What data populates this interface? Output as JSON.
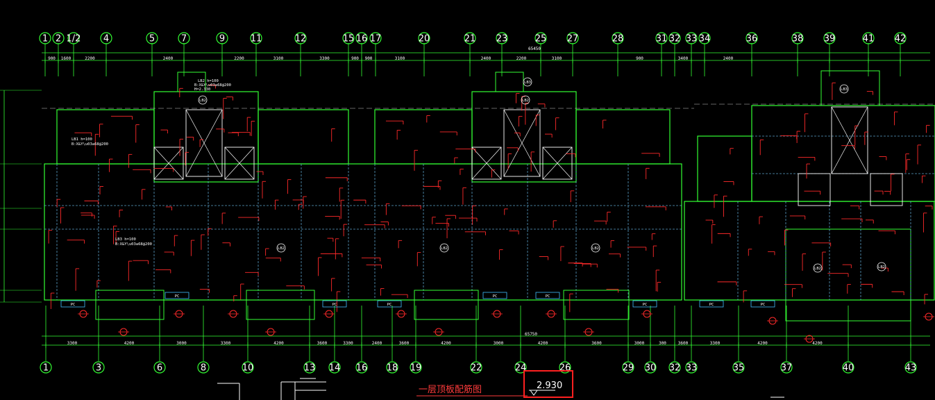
{
  "drawing": {
    "title": "一层顶板配筋图",
    "elevation": "2.930",
    "overall_top": "65450",
    "overall_bottom": "65750"
  },
  "colors": {
    "background": "#000000",
    "axis": "#33ff33",
    "rebar": "#ff2a2a",
    "beam": "#5aa0c8",
    "text": "#ffffff",
    "highlight": "#ff2020"
  },
  "axes_top": [
    "1",
    "2",
    "1/2",
    "4",
    "5",
    "7",
    "9",
    "11",
    "12",
    "15",
    "16",
    "17",
    "20",
    "21",
    "23",
    "25",
    "27",
    "28",
    "31",
    "32",
    "33",
    "34",
    "36",
    "38",
    "39",
    "41",
    "42"
  ],
  "axes_bottom": [
    "1",
    "3",
    "6",
    "8",
    "10",
    "13",
    "14",
    "16",
    "18",
    "19",
    "22",
    "24",
    "26",
    "29",
    "30",
    "32",
    "33",
    "35",
    "37",
    "40",
    "43"
  ],
  "dims_top": [
    "900",
    "1600",
    "2200",
    "",
    "2400",
    "",
    "2200",
    "3100",
    "3300",
    "900",
    "900",
    "3100",
    "",
    "2400",
    "2200",
    "3100",
    "",
    "900",
    "",
    "3400",
    "",
    "2400",
    ""
  ],
  "dims_bottom": [
    "3300",
    "4200",
    "3000",
    "3300",
    "4200",
    "3600",
    "3300",
    "2400",
    "3600",
    "4200",
    "3000",
    "4200",
    "3600",
    "3000",
    "300",
    "3600",
    "3300",
    "4200",
    "4200"
  ],
  "slab_tags": [
    "LB1",
    "LB2",
    "LB3",
    "PC"
  ],
  "notes": [
    "LB1 h=100",
    "B:X&Y\\u03a68@200",
    "LB3 h=100",
    "B:X&Y\\u03a68@200",
    "LB2 h=100",
    "H=2.330"
  ]
}
